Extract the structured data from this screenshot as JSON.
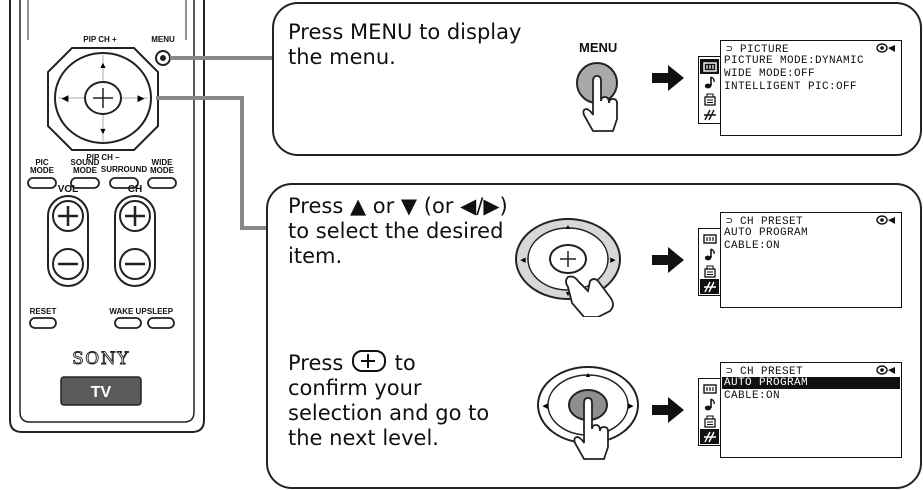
{
  "remote": {
    "top_labels": {
      "pip_ch_plus": "PIP CH +",
      "menu": "MENU",
      "pip_ch_minus": "PIP CH –"
    },
    "mode_buttons": [
      {
        "line1": "PIC",
        "line2": "MODE"
      },
      {
        "line1": "SOUND",
        "line2": "MODE"
      },
      {
        "line1": "SURROUND",
        "line2": ""
      },
      {
        "line1": "WIDE",
        "line2": "MODE"
      }
    ],
    "vol_label": "VOL",
    "ch_label": "CH",
    "reset_label": "RESET",
    "wakeup_label": "WAKE UP",
    "sleep_label": "SLEEP",
    "brand": "SONY",
    "tv_label": "TV"
  },
  "steps": [
    {
      "instruction_lines": [
        "Press MENU to display",
        "the menu."
      ],
      "button_label": "MENU",
      "screen": {
        "title": "PICTURE",
        "lines": [
          "PICTURE MODE:DYNAMIC",
          "WIDE MODE:OFF",
          "INTELLIGENT PIC:OFF"
        ],
        "highlight_index": -1,
        "selected_icon": 0
      }
    },
    {
      "instruction_lines": [
        "Press ▲ or ▼ (or ◀/▶)",
        "to select the desired",
        "item."
      ],
      "screen": {
        "title": "CH PRESET",
        "lines": [
          "AUTO PROGRAM",
          "CABLE:ON"
        ],
        "highlight_index": -1,
        "selected_icon": 3
      }
    },
    {
      "instruction_lines": [
        "Press",
        "to",
        "confirm your",
        "selection and go to",
        "the next level."
      ],
      "screen": {
        "title": "CH PRESET",
        "lines": [
          "AUTO PROGRAM",
          "CABLE:ON"
        ],
        "highlight_index": 0,
        "selected_icon": 3
      }
    }
  ],
  "menu_icons": [
    "picture-icon",
    "sound-icon",
    "features-icon",
    "setup-icon"
  ]
}
